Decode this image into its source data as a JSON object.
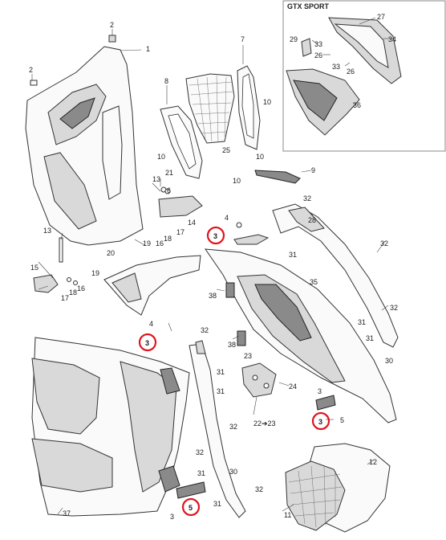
{
  "inset": {
    "title": "GTX SPORT"
  },
  "labels": {
    "l1": "1",
    "l2a": "2",
    "l2b": "2",
    "l3a": "3",
    "l3b": "3",
    "l3c": "3",
    "l3d": "3",
    "l3e": "3",
    "l4a": "4",
    "l4b": "4",
    "l5a": "5",
    "l5b": "5",
    "l6": "6",
    "l7": "7",
    "l8": "8",
    "l9": "9",
    "l10a": "10",
    "l10b": "10",
    "l10c": "10",
    "l10d": "10",
    "l11": "11",
    "l12": "12",
    "l13a": "13",
    "l13b": "13",
    "l14": "14",
    "l15": "15",
    "l16a": "16",
    "l16b": "16",
    "l17a": "17",
    "l17b": "17",
    "l18a": "18",
    "l18b": "18",
    "l19a": "19",
    "l19b": "19",
    "l20": "20",
    "l21": "21",
    "l22": "22➔23",
    "l23": "23",
    "l24": "24",
    "l25": "25",
    "l26a": "26",
    "l26b": "26",
    "l27": "27",
    "l28": "28",
    "l29": "29",
    "l30a": "30",
    "l30b": "30",
    "l31a": "31",
    "l31b": "31",
    "l31c": "31",
    "l31d": "31",
    "l31e": "31",
    "l32a": "32",
    "l32b": "32",
    "l32c": "32",
    "l32d": "32",
    "l32e": "32",
    "l32f": "32",
    "l32g": "32",
    "l33a": "33",
    "l33b": "33",
    "l34": "34",
    "l35": "35",
    "l36": "36",
    "l37": "37",
    "l38a": "38",
    "l38b": "38"
  },
  "colors": {
    "highlight": "#e0141e"
  }
}
